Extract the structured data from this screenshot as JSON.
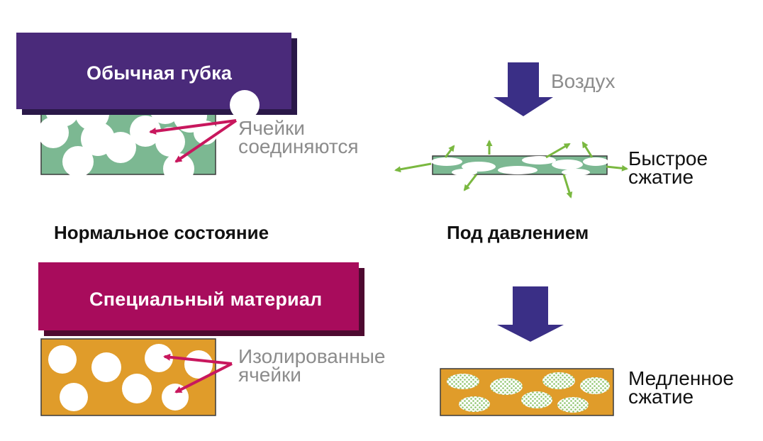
{
  "colors": {
    "purple": "#4a2a7a",
    "magenta": "#a80c5c",
    "green": "#7cb892",
    "orange": "#e09c2a",
    "arrow_navy": "#3a2f86",
    "pointer": "#c8175d",
    "air_arrow": "#7ab840",
    "cell_dots": "#8cc46c"
  },
  "top_left": {
    "banner": "Обычная губка",
    "annotation": [
      "Ячейки",
      "соединяются"
    ],
    "caption": "Нормальное состояние"
  },
  "top_right": {
    "air_label": "Воздух",
    "annotation": [
      "Быстрое",
      "сжатие"
    ],
    "caption": "Под давлением"
  },
  "bottom_left": {
    "banner": "Специальный материал",
    "annotation": [
      "Изолированные",
      "ячейки"
    ]
  },
  "bottom_right": {
    "annotation": [
      "Медленное",
      "сжатие"
    ]
  }
}
